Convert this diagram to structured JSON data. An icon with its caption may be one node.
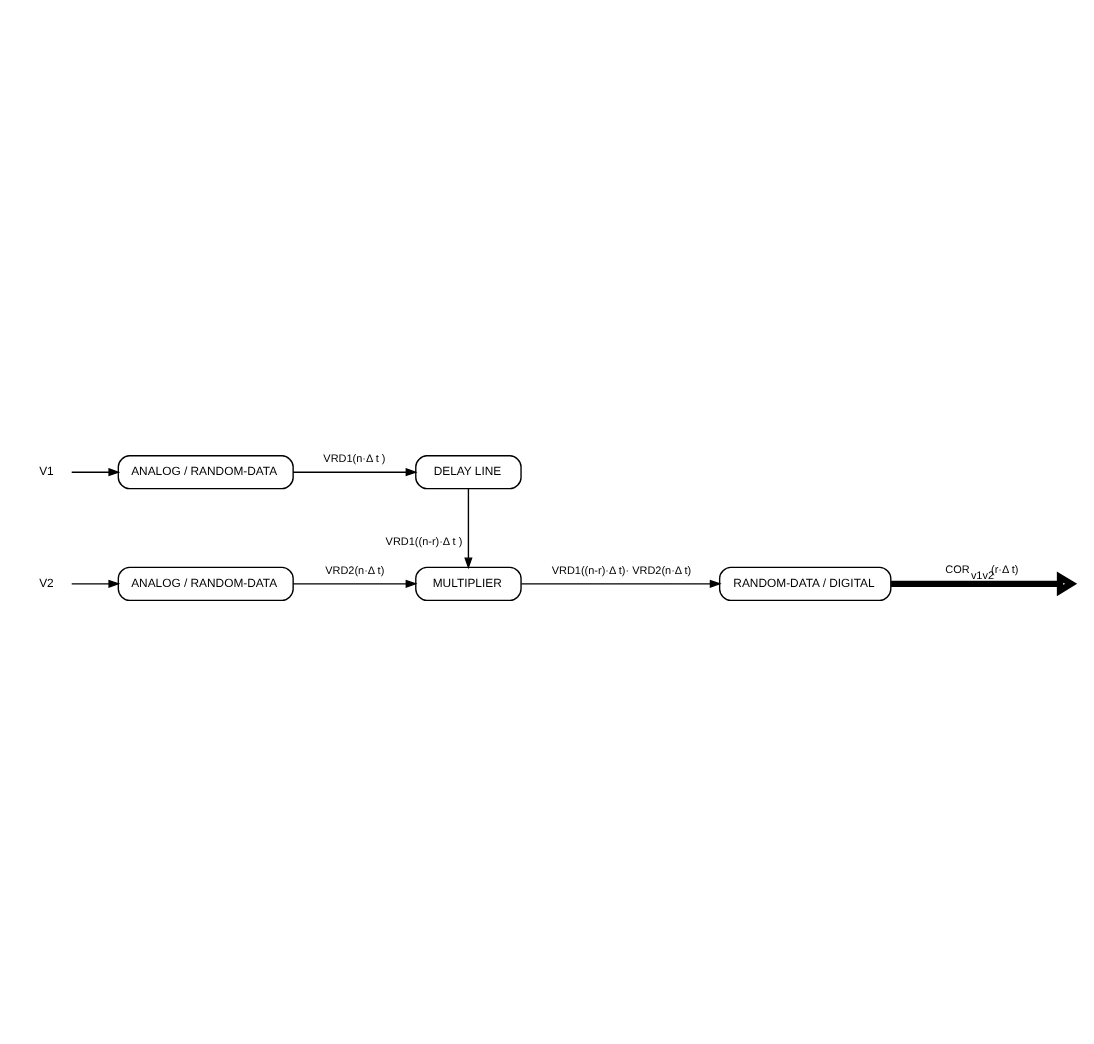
{
  "diagram": {
    "nodes": [
      {
        "text": [
          "RANDOM-DATA / DIGITAL"
        ]
      },
      {
        "text": [
          "V2"
        ]
      },
      {
        "text": [
          "ANALOG / RANDOM-DATA"
        ]
      },
      {
        "text": [
          "MULTIPLIER"
        ]
      },
      {
        "text": [
          "V1"
        ]
      },
      {
        "text": [
          "ANALOG / RANDOM-DATA"
        ]
      },
      {
        "text": [
          "DELAY LINE"
        ]
      }
    ],
    "edges": [
      {
        "from": 0,
        "to": null,
        "arrow": "to",
        "label": "COR$_{v1v2}$(r·Δ t)",
        "style": "thick"
      },
      {
        "from": 3,
        "to": 0,
        "arrow": "to",
        "label": "VRD1((n-r)·Δ t)· VRD2(n·Δ t)"
      },
      {
        "from": 1,
        "to": 2,
        "arrow": "to"
      },
      {
        "from": 2,
        "to": 3,
        "arrow": "to",
        "label": "VRD2(n·Δ t)"
      },
      {
        "from": 6,
        "to": 3,
        "arrow": "to",
        "label": "VRD1((n-r)·Δ t )"
      },
      {
        "from": 4,
        "to": 5,
        "arrow": "to"
      },
      {
        "from": 5,
        "to": 6,
        "arrow": "to",
        "label": "VRD1(n·Δ t )"
      }
    ]
  }
}
